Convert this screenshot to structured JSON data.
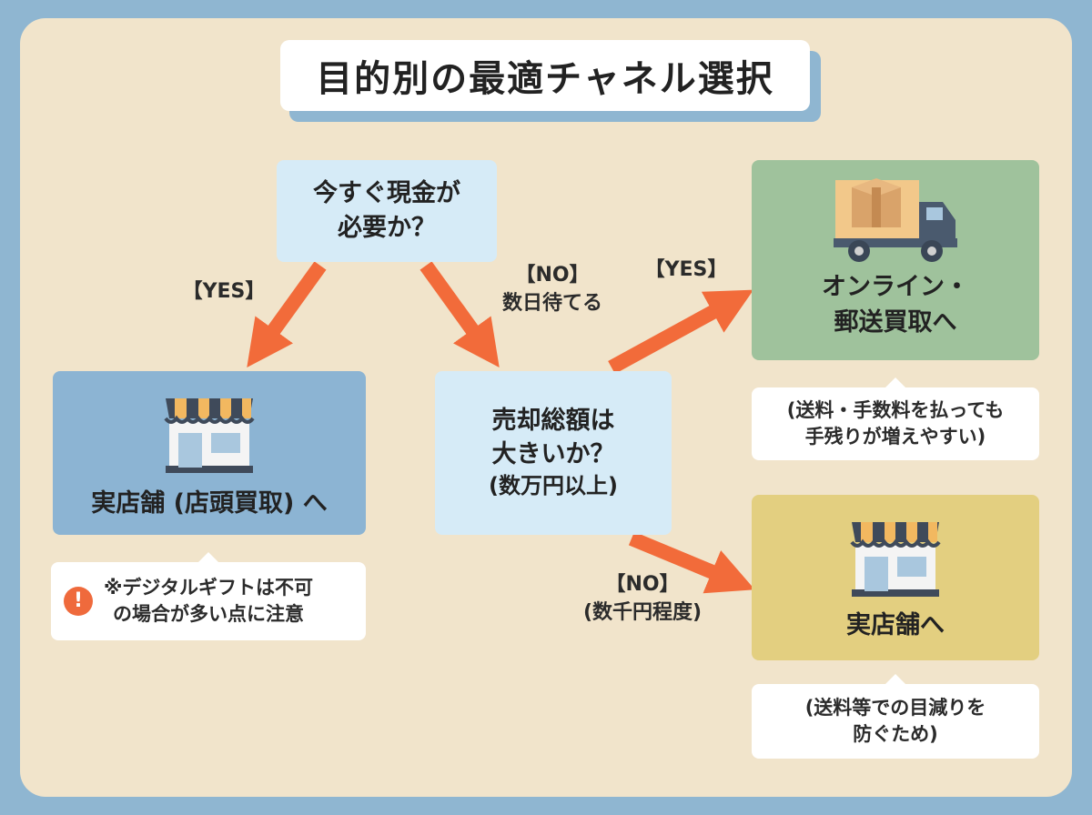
{
  "title": "目的別の最適チャネル選択",
  "question1": {
    "line1": "今すぐ現金が",
    "line2": "必要か？"
  },
  "question2": {
    "line1": "売却総額は",
    "line2": "大きいか？",
    "line3": "(数万円以上)"
  },
  "branch_labels": {
    "q1_yes": "【YES】",
    "q1_no": "【NO】",
    "q1_no_sub": "数日待てる",
    "q2_yes": "【YES】",
    "q2_no": "【NO】",
    "q2_no_sub": "(数千円程度)"
  },
  "outcomes": {
    "store_storefront": "実店舗 (店頭買取) へ",
    "online_line1": "オンライン・",
    "online_line2": "郵送買取へ",
    "store": "実店舗へ"
  },
  "notes": {
    "store_storefront_line1": "※デジタルギフトは不可",
    "store_storefront_line2": "の場合が多い点に注意",
    "warning_mark": "!",
    "online_line1": "(送料・手数料を払っても",
    "online_line2": "手残りが増えやすい)",
    "store_line1": "(送料等での目減りを",
    "store_line2": "防ぐため)"
  },
  "colors": {
    "arrow": "#f26b3a",
    "frame": "#8fb6d1",
    "background": "#f1e4cb",
    "question_box": "#d6ebf7",
    "store_storefront_box": "#8cb4d3",
    "online_box": "#9fc29c",
    "store_box": "#e3cf80"
  },
  "icons": {
    "store_storefront": "storefront-icon",
    "online": "delivery-truck-icon",
    "store": "storefront-icon",
    "note_warning": "warning-icon"
  }
}
